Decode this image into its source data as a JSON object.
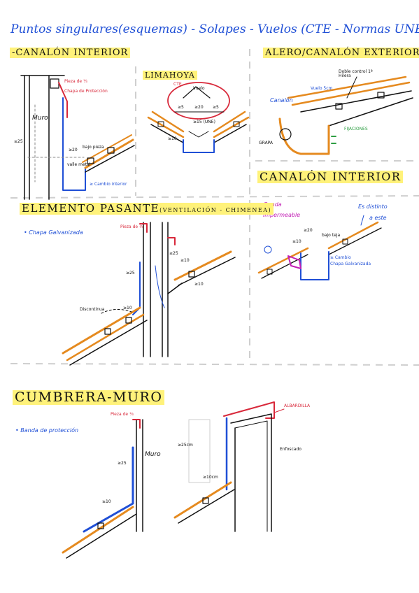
{
  "title": "Puntos singulares(esquemas) - Solapes - Vuelos (CTE - Normas UNE)",
  "sections": {
    "canalon_interior_top": {
      "heading": "-CANALÓN INTERIOR",
      "labels": {
        "pieza": "Pieza de ⅓",
        "chapa": "Chapa de Protección",
        "muro": "Muro",
        "dim_vertical": "≥25",
        "dim_20": "≥20",
        "baja": "bajo pieza",
        "valle": "valle metal",
        "cambio": "≥ Cambio interior"
      }
    },
    "limahoya": {
      "heading": "LIMAHOYA",
      "labels": {
        "cte": "CTE",
        "vuelo": "Vuelo",
        "d1": "≥5",
        "d2": "≥20",
        "d3": "≥5",
        "une": "≥15 (UNE)",
        "d4": "≥10"
      }
    },
    "alero": {
      "heading": "ALERO/CANALÓN EXTERIOR",
      "labels": {
        "doble": "Doble control 1ª Hilera",
        "vuelo": "Vuelo 5cm",
        "canalon": "Canalón",
        "fijaciones": "FIJACIONES",
        "grapa": "GRAPA"
      }
    },
    "canalon_interior": {
      "heading": "CANALÓN INTERIOR",
      "labels": {
        "banda1": "• Banda",
        "banda2": "impermeable",
        "distinto1": "Es distinto",
        "distinto2": "a este",
        "d20": "≥20",
        "d10": "≥10",
        "baja": "bajo teja",
        "cambio1": "≥ Cambio",
        "cambio2": "Chapa Galvanizada"
      }
    },
    "elemento_pasante": {
      "heading": "ELEMENTO PASANTE",
      "subheading": "(VENTILACIÓN - CHIMENEA)",
      "labels": {
        "chapa": "• Chapa Galvanizada",
        "pieza": "Pieza de ⅓",
        "d25": "≥25",
        "discont": "Discontinua",
        "d10a": "≥10",
        "d10b": "≥10",
        "d10c": "≥10",
        "d25b": "≥25"
      }
    },
    "cumbrera": {
      "heading": "CUMBRERA-MURO",
      "labels": {
        "banda": "• Banda de protección",
        "pieza": "Pieza de ⅓",
        "muro": "Muro",
        "d25": "≥25",
        "d10": "≥10",
        "albardilla": "ALBARDILLA",
        "d25cm": "≥25cm",
        "d10cm": "≥10cm",
        "enfoscado": "Enfoscado"
      }
    }
  },
  "colors": {
    "ink": "#111111",
    "blue": "#1f4fd6",
    "orange": "#e58a1f",
    "red": "#d8283a",
    "highlight": "#fff27a",
    "green": "#2e9e43",
    "magenta": "#c21fb5",
    "divider": "#cfcfcf"
  }
}
